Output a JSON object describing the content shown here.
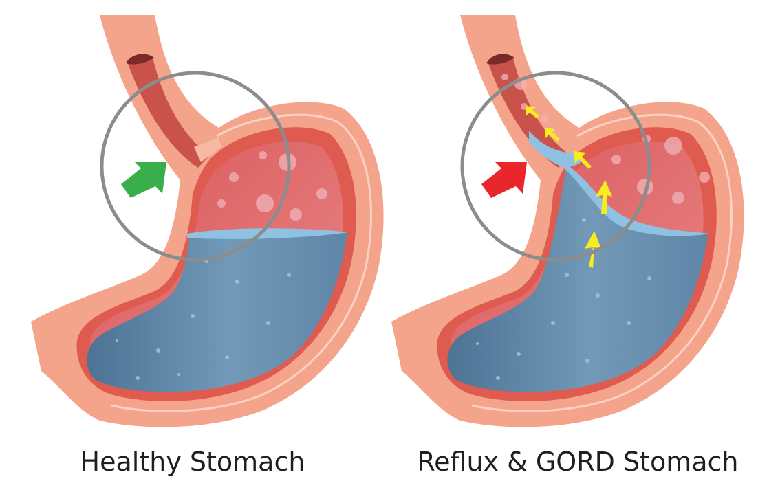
{
  "panels": [
    {
      "id": "healthy",
      "caption": "Healthy Stomach",
      "indicator_color": "#3aae4a"
    },
    {
      "id": "reflux",
      "caption": "Reflux & GORD Stomach",
      "indicator_color": "#e8262b",
      "reflux_arrow_color": "#f7ec1e"
    }
  ],
  "colors": {
    "outer_tissue": "#f4a48b",
    "inner_lining": "#e05a4f",
    "cavity_air": "#e4777a",
    "gastric_fluid": "#6d92b1",
    "fluid_surface": "#8fc2e2",
    "magnifier_ring": "#8c8c8c"
  }
}
